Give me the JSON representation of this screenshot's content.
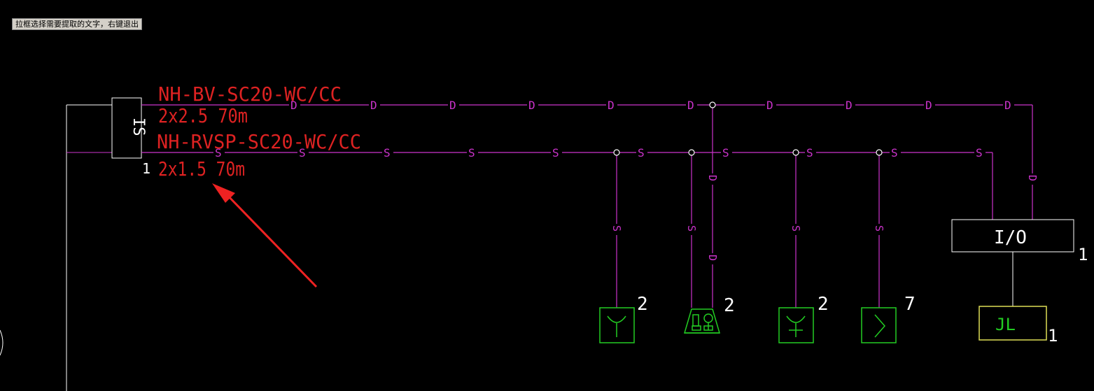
{
  "prompt": {
    "text": "拉框选择需要提取的文字，右键退出"
  },
  "labels": {
    "line1_cable": "NH-BV-SC20-WC/CC",
    "line1_spec": "2x2.5 70m",
    "line2_cable": "NH-RVSP-SC20-WC/CC",
    "line2_spec": "2x1.5 70m",
    "module_left": "IS",
    "module_left_count": "1",
    "io_module": "I/O",
    "io_count": "1",
    "jl_box": "JL",
    "jl_count": "1",
    "device_counts": [
      "2",
      "2",
      "2",
      "7"
    ]
  },
  "markers": {
    "d": "D",
    "s": "S"
  },
  "icons": {
    "device1": "smoke-detector-icon",
    "device2": "manual-alarm-horn-icon",
    "device3": "hydrant-button-icon",
    "device4": "sound-light-alarm-icon"
  },
  "colors": {
    "background": "#000000",
    "wire": "#cc33cc",
    "annotation": "#dd2222",
    "device": "#22cc22",
    "box": "#ffffff",
    "junction": "#dddd55"
  }
}
